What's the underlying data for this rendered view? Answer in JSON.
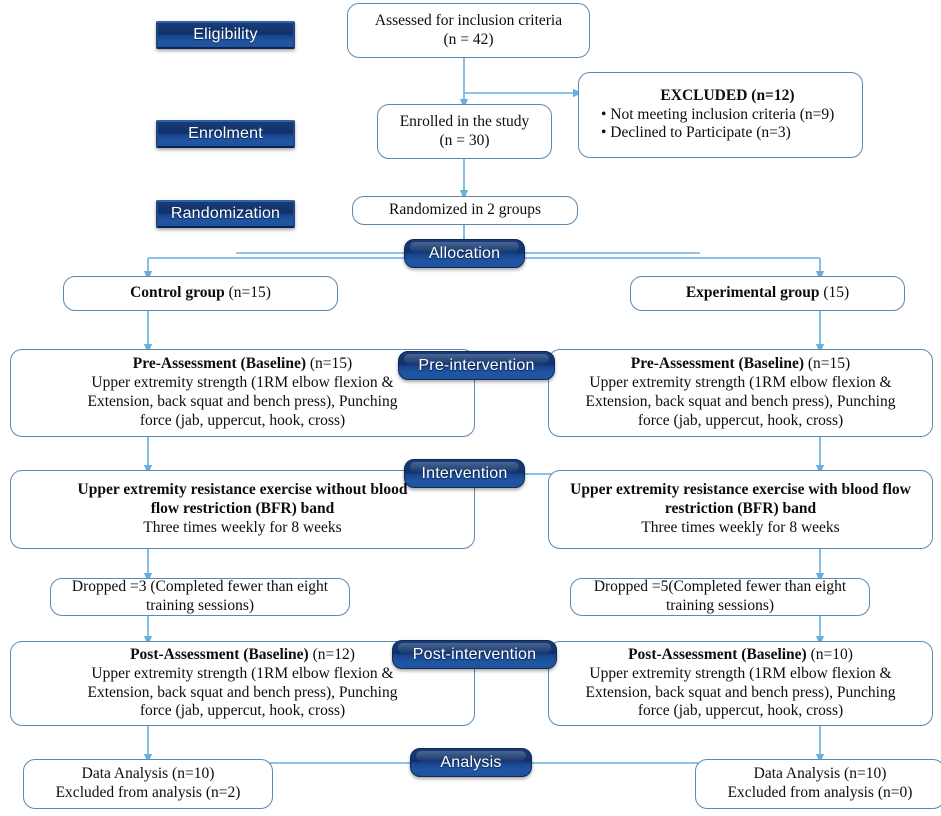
{
  "chart_data": {
    "type": "diagram",
    "title": "CONSORT participant flow diagram",
    "stages": [
      "Eligibility",
      "Enrolment",
      "Randomization",
      "Allocation",
      "Pre-intervention",
      "Intervention",
      "Post-intervention",
      "Analysis"
    ],
    "counts": {
      "assessed": 42,
      "excluded_total": 12,
      "excluded_not_meeting": 9,
      "excluded_declined": 3,
      "enrolled": 30,
      "control_allocated": 15,
      "experimental_allocated": 15,
      "control_dropped": 3,
      "experimental_dropped": 5,
      "control_post": 12,
      "experimental_post": 10,
      "control_analysed": 10,
      "experimental_analysed": 10,
      "control_excluded_from_analysis": 2,
      "experimental_excluded_from_analysis": 0
    }
  },
  "theme": {
    "badge_dark": "#10306a",
    "badge_light": "#20539d",
    "box_border": "#5b89b3",
    "arrow": "#6aaede",
    "text": "#0d0d0d",
    "background": "#ffffff"
  },
  "badges": {
    "eligibility": "Eligibility",
    "enrolment": "Enrolment",
    "randomization": "Randomization",
    "allocation": "Allocation",
    "pre_intervention": "Pre-intervention",
    "intervention": "Intervention",
    "post_intervention": "Post-intervention",
    "analysis": "Analysis"
  },
  "nodes": {
    "assessed": {
      "line1": "Assessed for inclusion criteria",
      "line2": "(n = 42)"
    },
    "excluded": {
      "heading": "EXCLUDED (n=12)",
      "item1": "• Not meeting inclusion criteria (n=9)",
      "item2": "• Declined to Participate (n=3)"
    },
    "enrolled": {
      "line1": "Enrolled in the study",
      "line2": "(n = 30)"
    },
    "randomized": {
      "line1": "Randomized in 2 groups"
    },
    "control_group": {
      "bold": "Control group",
      "rest": " (n=15)"
    },
    "experimental_group": {
      "bold": "Experimental group",
      "rest": " (15)"
    },
    "control_pre": {
      "heading_bold": "Pre-Assessment (Baseline)",
      "heading_rest": " (n=15)",
      "line1": "Upper extremity strength (1RM elbow flexion &",
      "line2": "Extension, back squat and bench press), Punching",
      "line3": "force (jab, uppercut, hook, cross)"
    },
    "experimental_pre": {
      "heading_bold": "Pre-Assessment (Baseline)",
      "heading_rest": " (n=15)",
      "line1": "Upper extremity strength (1RM elbow flexion &",
      "line2": "Extension, back squat and bench press), Punching",
      "line3": "force (jab, uppercut, hook, cross)"
    },
    "control_intervention": {
      "bold1": "Upper extremity resistance exercise without blood",
      "bold2": "flow restriction (BFR) band",
      "line3": "Three times weekly for 8 weeks"
    },
    "experimental_intervention": {
      "bold1": "Upper extremity resistance exercise with blood flow",
      "bold2": "restriction (BFR) band",
      "line3": "Three times weekly for 8 weeks"
    },
    "control_dropped": {
      "line1": "Dropped =3 (Completed fewer than eight",
      "line2": "training sessions)"
    },
    "experimental_dropped": {
      "line1": "Dropped =5(Completed fewer than eight",
      "line2": "training sessions)"
    },
    "control_post": {
      "heading_bold": "Post-Assessment (Baseline)",
      "heading_rest": " (n=12)",
      "line1": "Upper extremity strength (1RM elbow flexion &",
      "line2": "Extension, back squat and bench press), Punching",
      "line3": "force (jab, uppercut, hook, cross)"
    },
    "experimental_post": {
      "heading_bold": "Post-Assessment (Baseline)",
      "heading_rest": " (n=10)",
      "line1": "Upper extremity strength (1RM elbow flexion &",
      "line2": "Extension, back squat and bench press), Punching",
      "line3": "force (jab, uppercut, hook, cross)"
    },
    "control_analysis": {
      "line1": "Data Analysis (n=10)",
      "line2": "Excluded from analysis (n=2)"
    },
    "experimental_analysis": {
      "line1": "Data Analysis (n=10)",
      "line2": "Excluded from analysis (n=0)"
    }
  }
}
